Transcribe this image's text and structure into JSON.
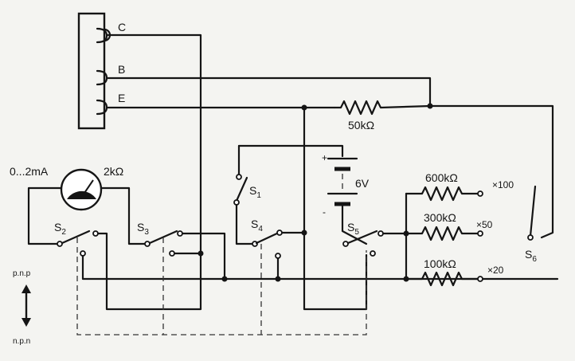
{
  "socket": {
    "c": "C",
    "b": "B",
    "e": "E"
  },
  "resistors": {
    "r50k": "50kΩ",
    "r600k": "600kΩ",
    "r300k": "300kΩ",
    "r100k": "100kΩ"
  },
  "multipliers": {
    "x100": "×100",
    "x50": "×50",
    "x20": "×20"
  },
  "meter": {
    "range": "0...2mA",
    "resistance": "2kΩ"
  },
  "battery": {
    "voltage": "6V",
    "plus": "+",
    "minus": "-"
  },
  "switches": {
    "s1": {
      "letter": "S",
      "number": "1"
    },
    "s2": {
      "letter": "S",
      "number": "2"
    },
    "s3": {
      "letter": "S",
      "number": "3"
    },
    "s4": {
      "letter": "S",
      "number": "4"
    },
    "s5": {
      "letter": "S",
      "number": "5"
    },
    "s6": {
      "letter": "S",
      "number": "6"
    }
  },
  "transistor_type": {
    "pnp": "p.n.p",
    "npn": "n.p.n"
  }
}
